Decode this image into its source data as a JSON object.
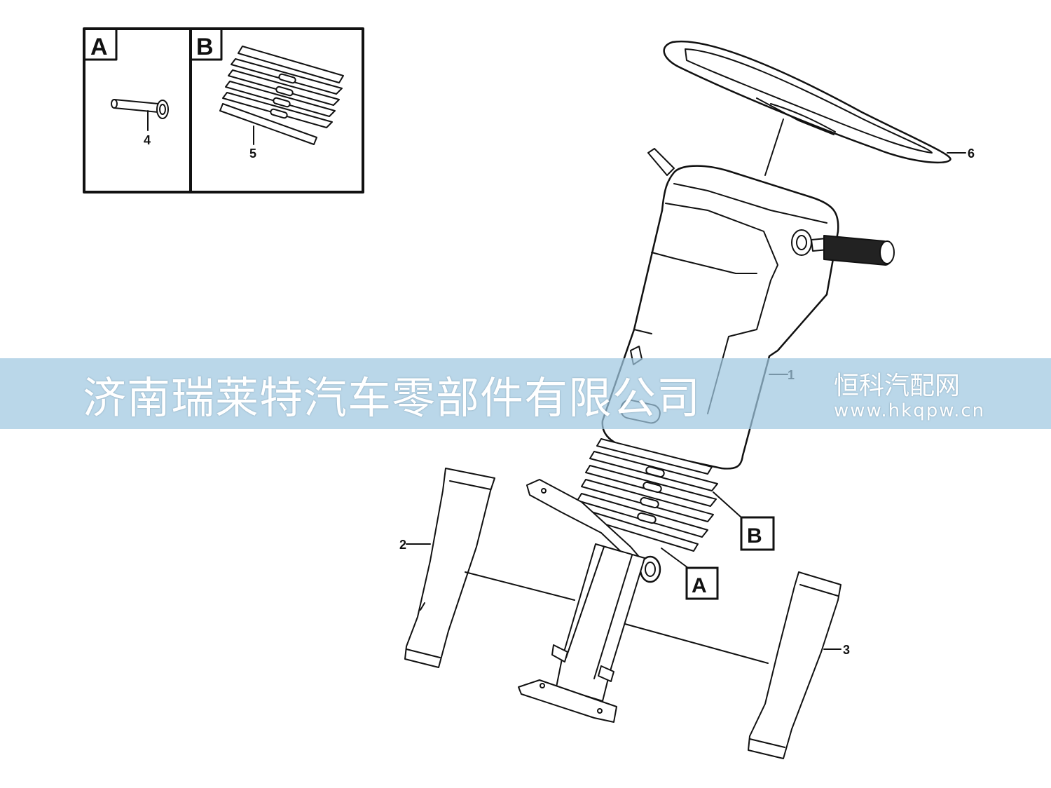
{
  "detail_boxes": {
    "a_label": "A",
    "b_label": "B"
  },
  "callouts": {
    "c1": "1",
    "c2": "2",
    "c3": "3",
    "c4": "4",
    "c5": "5",
    "c6": "6"
  },
  "detail_tags": {
    "a": "A",
    "b": "B"
  },
  "watermark": {
    "company": "济南瑞莱特汽车零部件有限公司",
    "site": "恒科汽配网",
    "url": "www.hkqpw.cn"
  }
}
